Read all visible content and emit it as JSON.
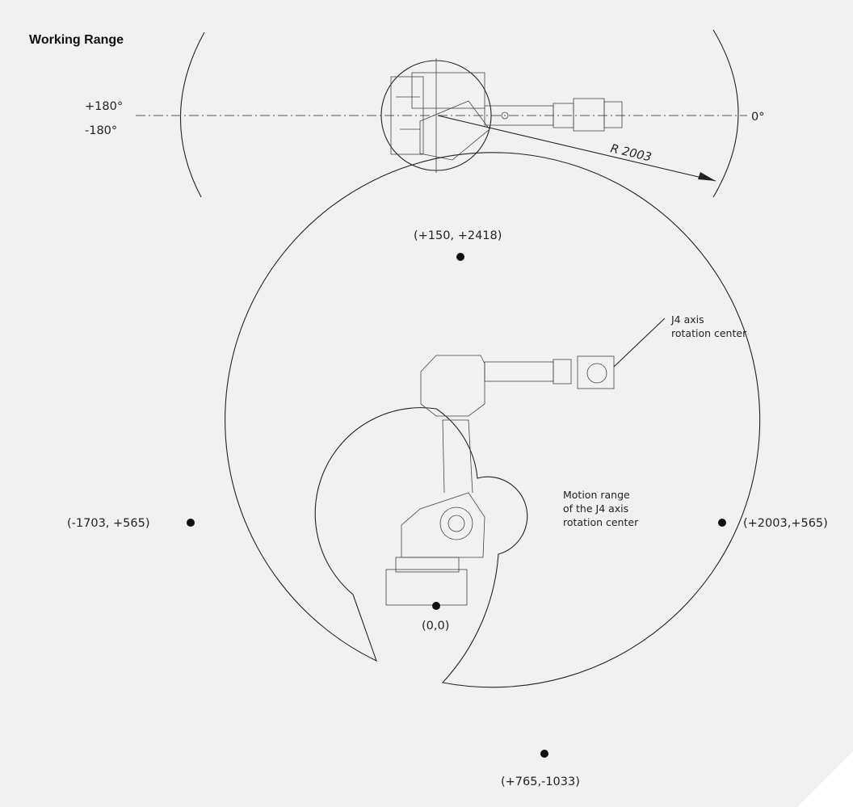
{
  "title": "Working Range",
  "top_view": {
    "angle_pos": "+180°",
    "angle_neg": "-180°",
    "angle_zero": "0°",
    "radius_label": "R  2003"
  },
  "side_view": {
    "points": [
      {
        "id": "top",
        "label": "(+150, +2418)"
      },
      {
        "id": "left",
        "label": "(-1703, +565)"
      },
      {
        "id": "right",
        "label": "(+2003,+565)"
      },
      {
        "id": "origin",
        "label": "(0,0)"
      },
      {
        "id": "bottom",
        "label": "(+765,-1033)"
      }
    ],
    "j4_label_line1": "J4 axis",
    "j4_label_line2": "rotation center",
    "motion_line1": "Motion range",
    "motion_line2": "of the J4 axis",
    "motion_line3": "rotation center"
  }
}
